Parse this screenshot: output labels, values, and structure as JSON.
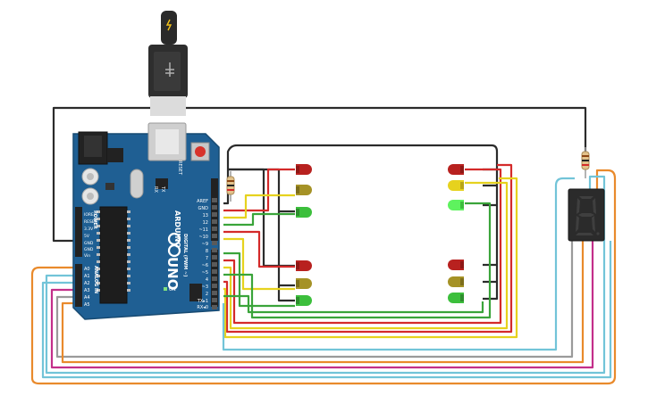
{
  "board": {
    "name": "ARDUINO",
    "model": "UNO",
    "reset_label": "RESET",
    "tx_label": "TX",
    "rx_label": "RX",
    "on_label": "ON",
    "power_header_title": "POWER",
    "analog_header_title": "ANALOG IN",
    "digital_header_title": "DIGITAL (PWM ~)",
    "top_labels": [
      "AREF",
      "GND",
      "13",
      "12",
      "~11",
      "~10",
      "~9",
      "8"
    ],
    "bottom_labels": [
      "7",
      "~6",
      "~5",
      "4",
      "~3",
      "2",
      "TX▸1",
      "RX◂0"
    ],
    "power_labels": [
      "IOREF",
      "RESET",
      "3.3V",
      "5V",
      "GND",
      "GND",
      "Vin"
    ],
    "analog_labels": [
      "A0",
      "A1",
      "A2",
      "A3",
      "A4",
      "A5"
    ]
  },
  "display": {
    "digit": "8"
  },
  "colors": {
    "board": "#1f5f93",
    "red_wire": "#d42a2a",
    "yellow_wire": "#e6d21e",
    "green_wire": "#3aa43a",
    "black_wire": "#2b2b2b",
    "orange_wire": "#e98a2c",
    "cyan_wire": "#72c4d8",
    "magenta_wire": "#c32f8a",
    "gray_wire": "#9a9a9a",
    "led_red": "#b8211f",
    "led_yellow": "#a59226",
    "led_green": "#3cbf3c"
  }
}
